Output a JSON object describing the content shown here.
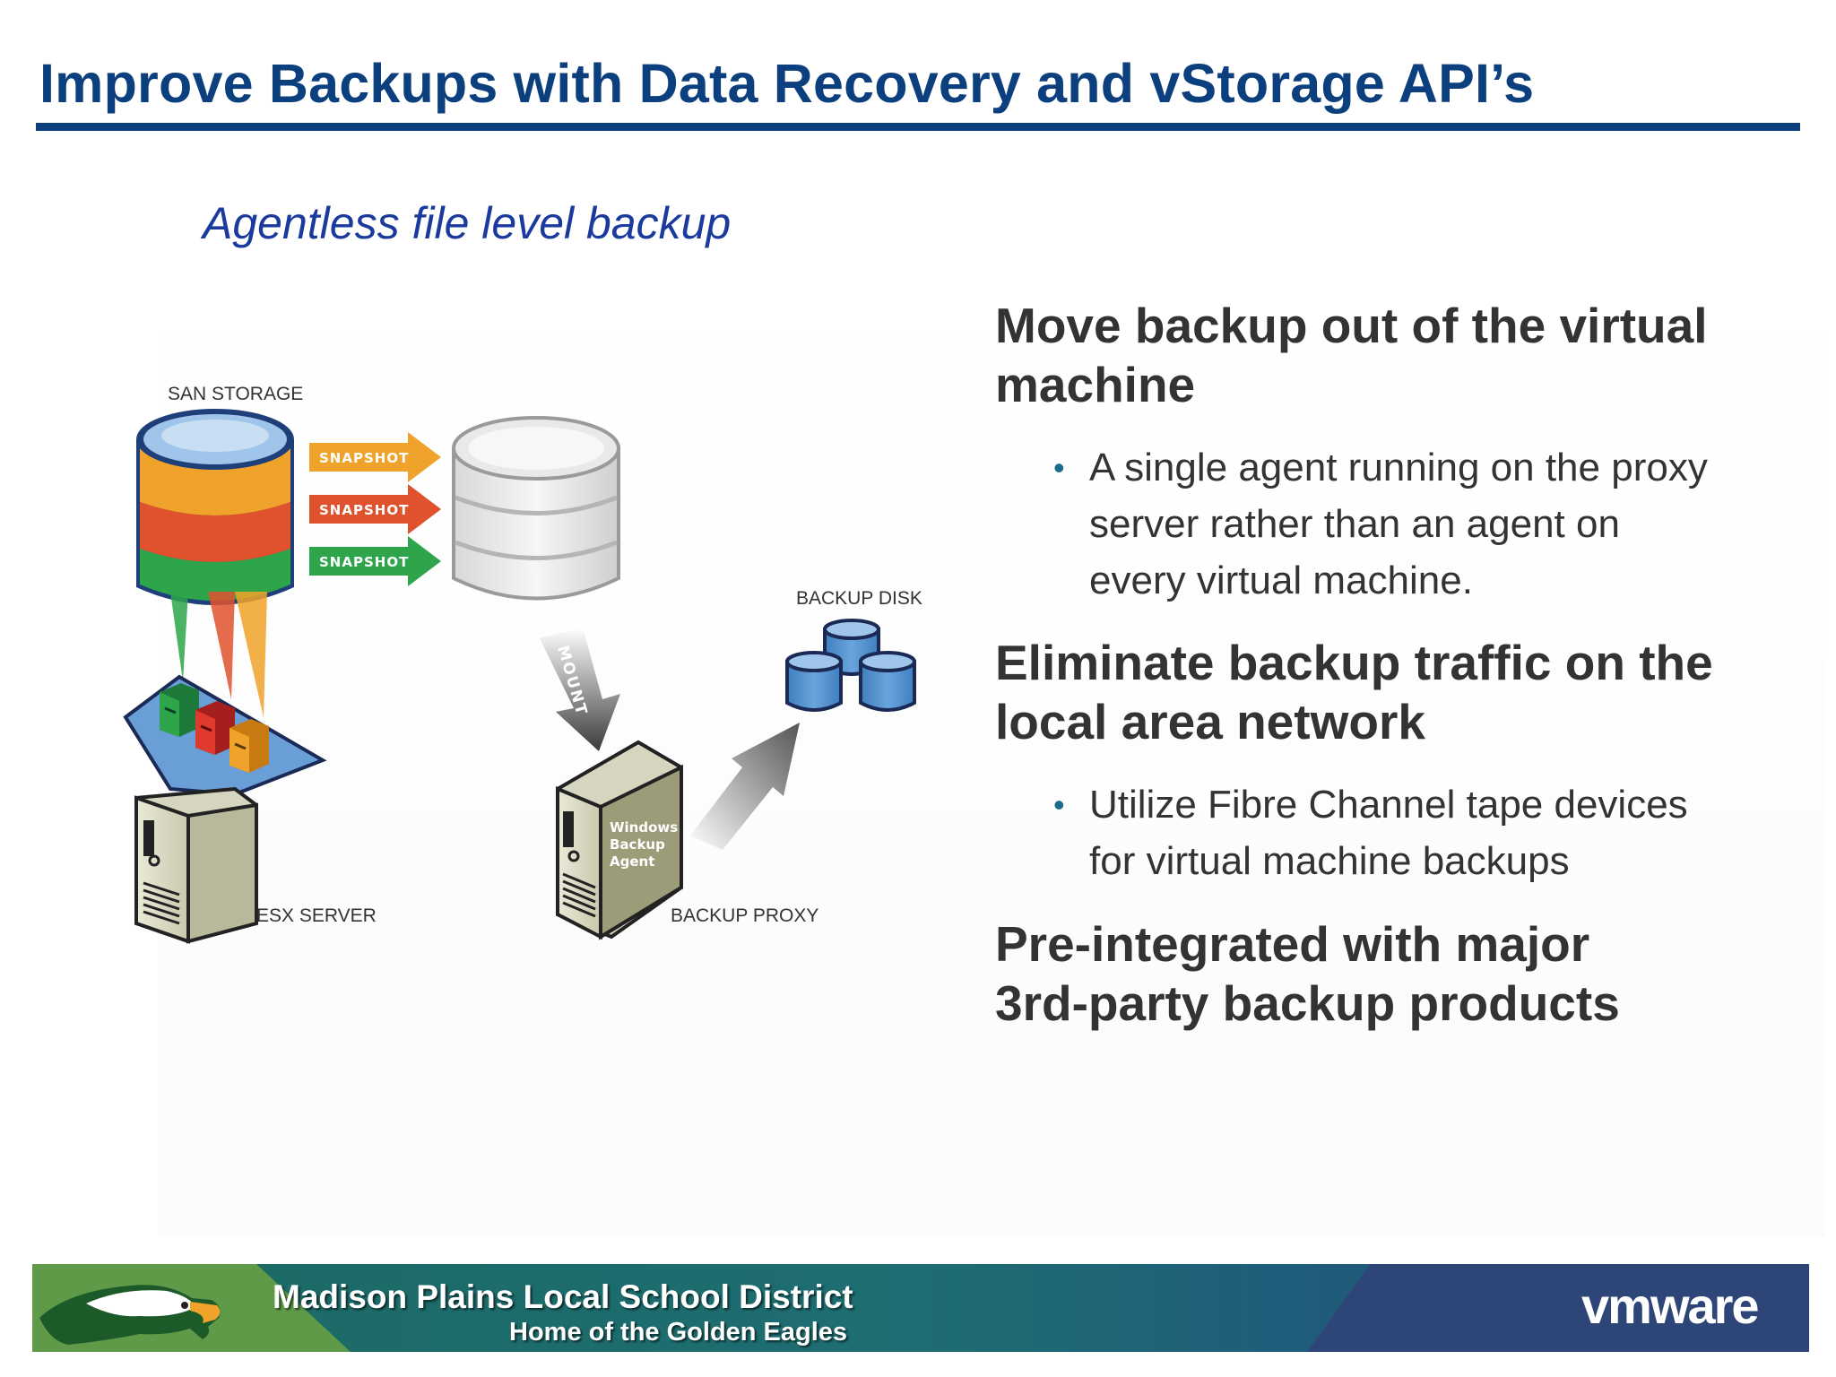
{
  "slide": {
    "title": "Improve Backups with Data Recovery and vStorage API’s",
    "subtitle": "Agentless file level backup"
  },
  "diagram": {
    "san_storage_label": "SAN STORAGE",
    "snapshot_labels": [
      "SNAPSHOT",
      "SNAPSHOT",
      "SNAPSHOT"
    ],
    "mount_label": "MOUNT",
    "backup_disk_label": "BACKUP DISK",
    "esx_server_label": "ESX SERVER",
    "backup_proxy_label": "BACKUP PROXY",
    "agent_label": [
      "Windows",
      "Backup",
      "Agent"
    ],
    "colors": {
      "snapshot_orange": "#f0a32a",
      "snapshot_red": "#e0522e",
      "snapshot_green": "#2ea54a",
      "disk_blue": "#4f8cc9"
    }
  },
  "points": [
    {
      "heading": [
        "Move backup out of the virtual",
        "machine"
      ],
      "bullet": [
        "A single agent running on the proxy",
        "server rather than an agent on",
        "every virtual machine."
      ]
    },
    {
      "heading": [
        "Eliminate backup traffic on the",
        "local area network"
      ],
      "bullet": [
        "Utilize Fibre Channel tape devices",
        "for virtual machine backups"
      ]
    },
    {
      "heading": [
        "Pre-integrated with major",
        "3rd-party backup products"
      ]
    }
  ],
  "footer": {
    "district": "Madison  Plains Local School District",
    "tagline": "Home of the Golden Eagles",
    "brand": "vmware",
    "colors": {
      "green": "#5e9a47",
      "teal": "#1e6d72",
      "navy": "#2e4677"
    }
  }
}
